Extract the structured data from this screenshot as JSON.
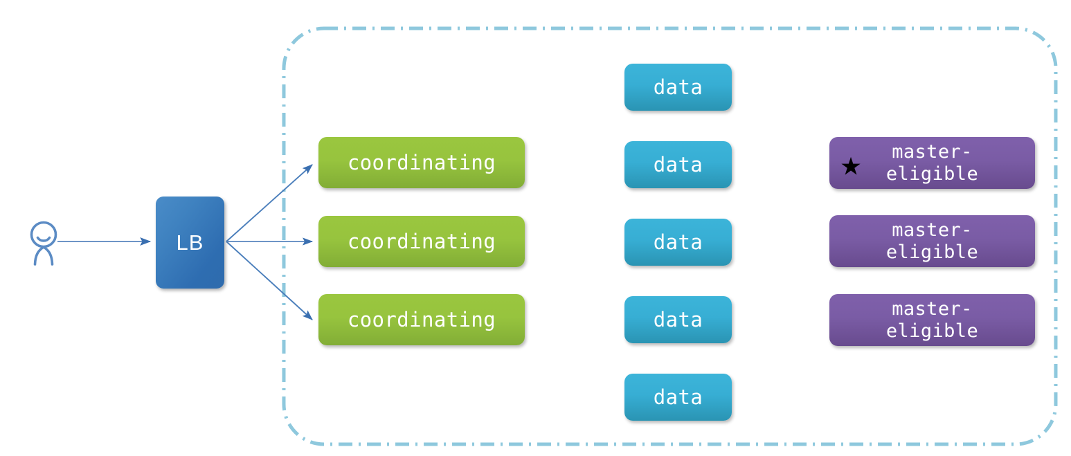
{
  "diagram": {
    "title": "Elasticsearch cluster topology with load balancer",
    "colors": {
      "cluster_border": "#8ec8dd",
      "coordinating_node": "#97c43e",
      "data_node": "#37aed4",
      "master_eligible_node": "#7a5ca5",
      "load_balancer": "#3f82c0",
      "connector_line": "#4a7ebb",
      "user_icon": "#5b8bc4",
      "star": "#000000"
    },
    "client": {
      "icon": "user-person-icon",
      "label": ""
    },
    "load_balancer": {
      "label": "LB"
    },
    "cluster": {
      "border_style": "dash-dot",
      "coordinating_nodes": [
        {
          "label": "coordinating"
        },
        {
          "label": "coordinating"
        },
        {
          "label": "coordinating"
        }
      ],
      "data_nodes": [
        {
          "label": "data"
        },
        {
          "label": "data"
        },
        {
          "label": "data"
        },
        {
          "label": "data"
        },
        {
          "label": "data"
        }
      ],
      "master_eligible_nodes": [
        {
          "label": "master-\neligible",
          "star": true,
          "star_glyph": "★"
        },
        {
          "label": "master-\neligible",
          "star": false,
          "star_glyph": ""
        },
        {
          "label": "master-\neligible",
          "star": false,
          "star_glyph": ""
        }
      ]
    },
    "connectors": [
      {
        "from": "user",
        "to": "load-balancer"
      },
      {
        "from": "load-balancer",
        "to": "coordinating-1"
      },
      {
        "from": "load-balancer",
        "to": "coordinating-2"
      },
      {
        "from": "load-balancer",
        "to": "coordinating-3"
      }
    ]
  }
}
